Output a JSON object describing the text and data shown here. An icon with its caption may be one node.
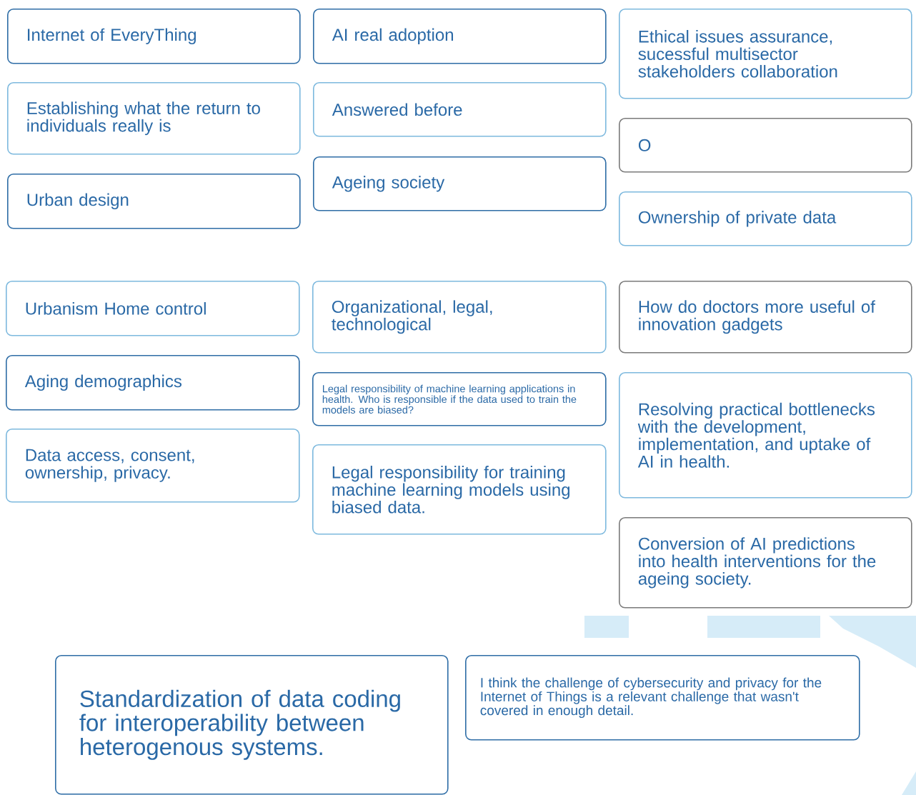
{
  "diagram": {
    "nodes": [
      {
        "text": [
          "Internet of EveryThing"
        ]
      },
      {
        "text": [
          "AI real adoption"
        ]
      },
      {
        "text": [
          "Ethical issues assurance, sucessful multisector stakeholders collaboration"
        ]
      },
      {
        "text": [
          "Establishing what the return to individuals really is"
        ]
      },
      {
        "text": [
          "Answered before"
        ]
      },
      {
        "text": [
          "O"
        ]
      },
      {
        "text": [
          "Urban design"
        ]
      },
      {
        "text": [
          "Ageing society"
        ]
      },
      {
        "text": [
          "Ownership of private data"
        ]
      },
      {
        "text": [
          "Urbanism Home control"
        ]
      },
      {
        "text": [
          "Organizational, legal, technological"
        ]
      },
      {
        "text": [
          "How do doctors more useful of innovation gadgets"
        ]
      },
      {
        "text": [
          "Aging demographics"
        ]
      },
      {
        "text": [
          "Legal responsibility of machine learning applications in health. Who is responsible if the data used to train the models are biased?"
        ]
      },
      {
        "text": [
          "Resolving practical bottlenecks with the development, implementation, and uptake of AI in health."
        ]
      },
      {
        "text": [
          "Data access, consent, ownership, privacy."
        ]
      },
      {
        "text": [
          "Legal responsibility for training machine learning models using biased data."
        ]
      },
      {
        "text": [
          "Conversion of AI predictions into health interventions for the ageing society."
        ]
      },
      {
        "text": [
          "Standardization of data coding for interoperability between heterogenous systems."
        ]
      },
      {
        "text": [
          "I think the challenge of cybersecurity and privacy for the Internet of Things is a relevant challenge that wasn't covered in enough detail."
        ]
      }
    ]
  }
}
